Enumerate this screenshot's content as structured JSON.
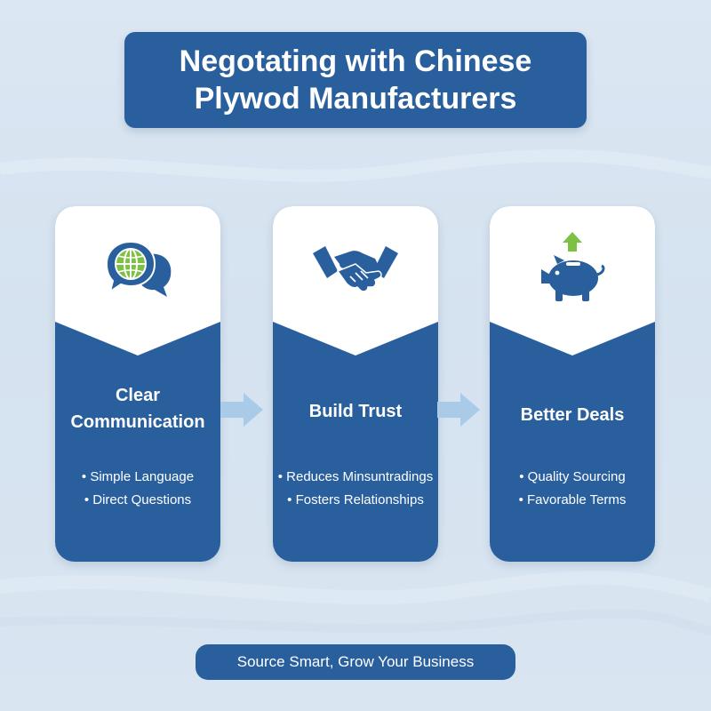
{
  "title": "Negotating with Chinese Plywod Manufacturers",
  "colors": {
    "primary": "#2a5f9e",
    "accent": "#7cc142",
    "arrow": "#a9cbe8",
    "background": "#d9e5f1"
  },
  "cards": [
    {
      "icon": "speech-bubble-globe-icon",
      "title": "Clear Communication",
      "bullets": [
        "• Simple Language",
        "• Direct Questions"
      ]
    },
    {
      "icon": "handshake-icon",
      "title": "Build Trust",
      "bullets": [
        "• Reduces Minsuntradings",
        "• Fosters Relationships"
      ]
    },
    {
      "icon": "piggy-bank-up-arrow-icon",
      "title": "Better Deals",
      "bullets": [
        "• Quality Sourcing",
        "• Favorable Terms"
      ]
    }
  ],
  "arrows": [
    "arrow-right-icon",
    "arrow-right-icon"
  ],
  "footer": "Source Smart, Grow Your Business"
}
